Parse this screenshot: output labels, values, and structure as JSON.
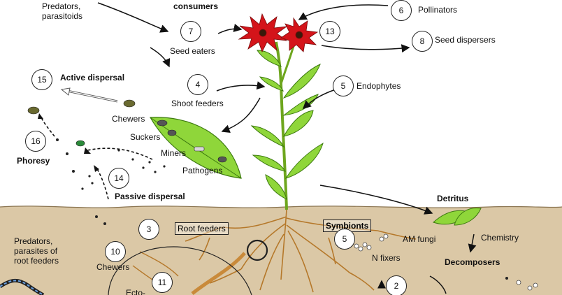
{
  "labels": {
    "predators_parasitoids": "Predators,\nparasitoids",
    "consumers": "consumers",
    "seed_eaters": "Seed eaters",
    "pollinators": "Pollinators",
    "seed_dispersers": "Seed dispersers",
    "active_dispersal": "Active dispersal",
    "shoot_feeders": "Shoot feeders",
    "endophytes": "Endophytes",
    "chewers": "Chewers",
    "suckers": "Suckers",
    "miners": "Miners",
    "pathogens": "Pathogens",
    "phoresy": "Phoresy",
    "passive_dispersal": "Passive dispersal",
    "detritus": "Detritus",
    "chemistry": "Chemistry",
    "decomposers": "Decomposers",
    "root_feeders": "Root feeders",
    "symbionts": "Symbionts",
    "am_fungi": "AM fungi",
    "n_fixers": "N fixers",
    "predators_root": "Predators,\nparasites of\nroot feeders",
    "chewers_root": "Chewers",
    "ecto": "Ecto-"
  },
  "numbers": {
    "n2": "2",
    "n3": "3",
    "n4": "4",
    "n5a": "5",
    "n5b": "5",
    "n6": "6",
    "n7": "7",
    "n8": "8",
    "n10": "10",
    "n11": "11",
    "n13": "13",
    "n14": "14",
    "n15": "15",
    "n16": "16"
  },
  "colors": {
    "soil": "#d9c6a4",
    "leaf": "#7ed321",
    "leaf_dark": "#3d7a10",
    "stem": "#6ea61e",
    "flower": "#d4141a",
    "root": "#b5782a"
  }
}
